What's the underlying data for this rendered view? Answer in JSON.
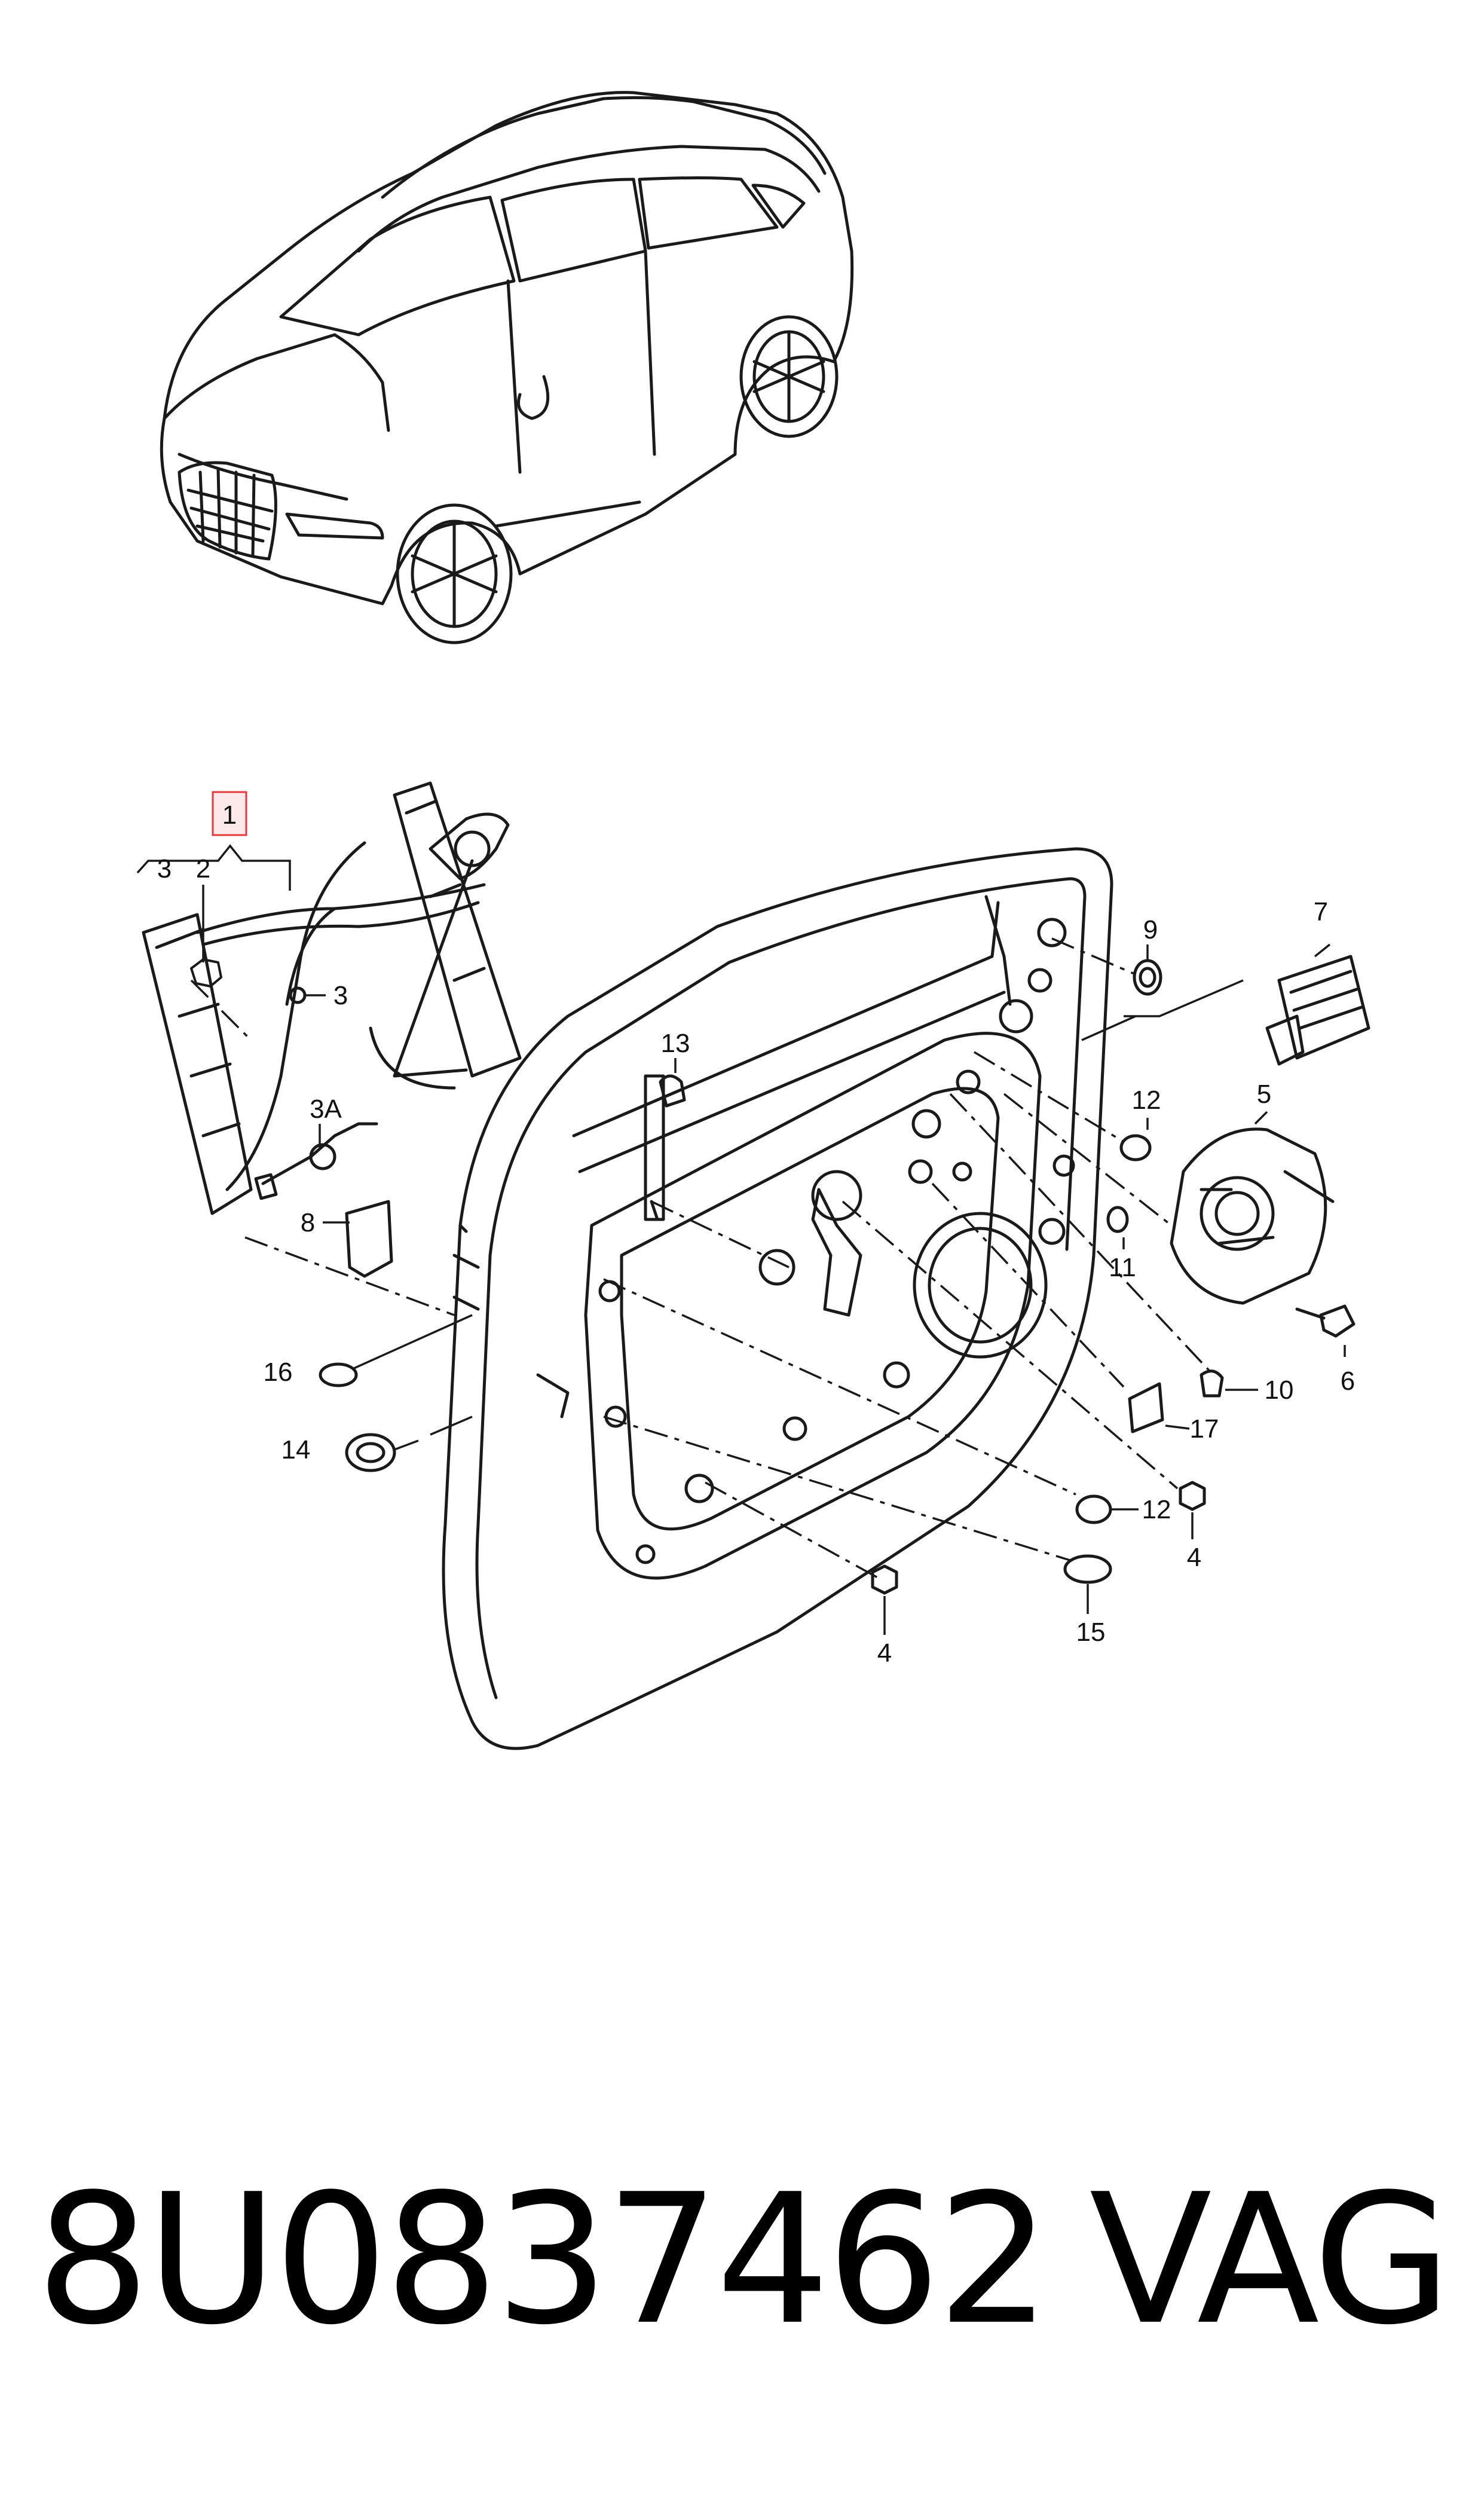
{
  "callouts": {
    "c1": "1",
    "c2": "2",
    "c3a": "3",
    "c3b": "3",
    "c3A": "3A",
    "c4a": "4",
    "c4b": "4",
    "c5": "5",
    "c6": "6",
    "c7": "7",
    "c8": "8",
    "c9": "9",
    "c10": "10",
    "c11": "11",
    "c12a": "12",
    "c12b": "12",
    "c13": "13",
    "c14": "14",
    "c15": "15",
    "c16": "16",
    "c17": "17"
  },
  "footer": {
    "part_number": "8U0837462",
    "brand": "VAG"
  },
  "colors": {
    "line": "#1a1a1a",
    "highlight_box": "#e23b3b"
  }
}
